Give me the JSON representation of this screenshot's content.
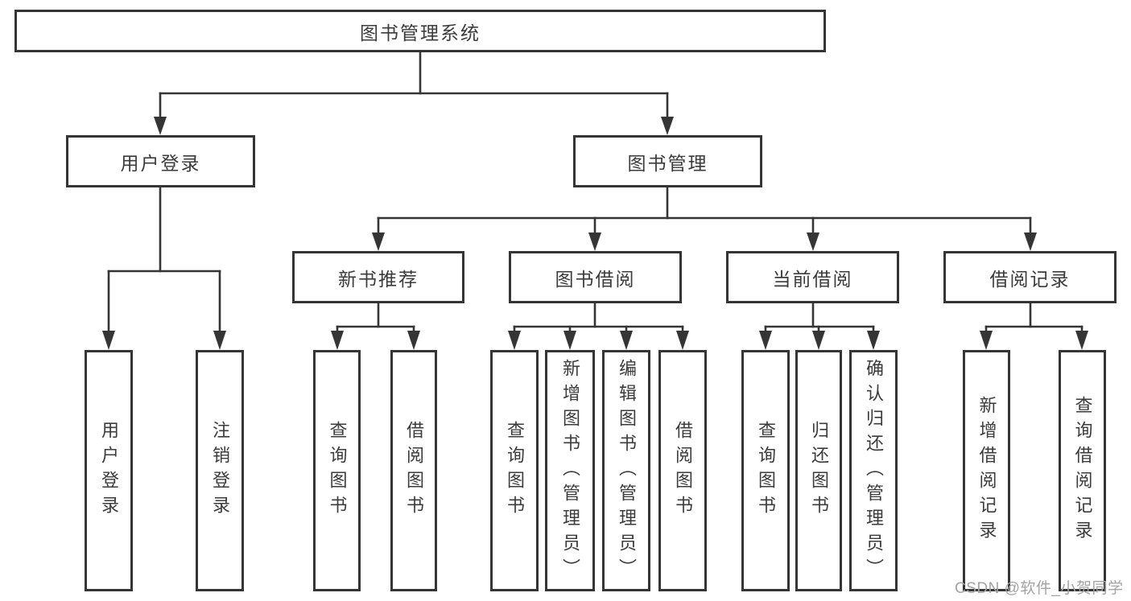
{
  "nodes": {
    "root": "图书管理系统",
    "user_login": "用户登录",
    "book_mgmt": "图书管理",
    "new_book_rec": "新书推荐",
    "book_borrow": "图书借阅",
    "current_borrow": "当前借阅",
    "borrow_records": "借阅记录",
    "user_login_leaf": "用户登录",
    "logout_leaf": "注销登录",
    "query_books_1": "查询图书",
    "borrow_books_1": "借阅图书",
    "query_books_2": "查询图书",
    "add_books_admin": "新增图书（管理员）",
    "edit_books_admin": "编辑图书（管理员）",
    "borrow_books_2": "借阅图书",
    "query_books_3": "查询图书",
    "return_books": "归还图书",
    "confirm_return_admin": "确认归还（管理员）",
    "add_borrow_record": "新增借阅记录",
    "query_borrow_record": "查询借阅记录"
  },
  "hierarchy": {
    "图书管理系统": {
      "用户登录": [
        "用户登录",
        "注销登录"
      ],
      "图书管理": {
        "新书推荐": [
          "查询图书",
          "借阅图书"
        ],
        "图书借阅": [
          "查询图书",
          "新增图书（管理员）",
          "编辑图书（管理员）",
          "借阅图书"
        ],
        "当前借阅": [
          "查询图书",
          "归还图书",
          "确认归还（管理员）"
        ],
        "借阅记录": [
          "新增借阅记录",
          "查询借阅记录"
        ]
      }
    }
  },
  "watermark": "CSDN @软件_小贺同学",
  "colors": {
    "line": "#353535",
    "text": "#3b3b3b",
    "background": "#ffffff",
    "watermark": "#a3a3a3"
  }
}
